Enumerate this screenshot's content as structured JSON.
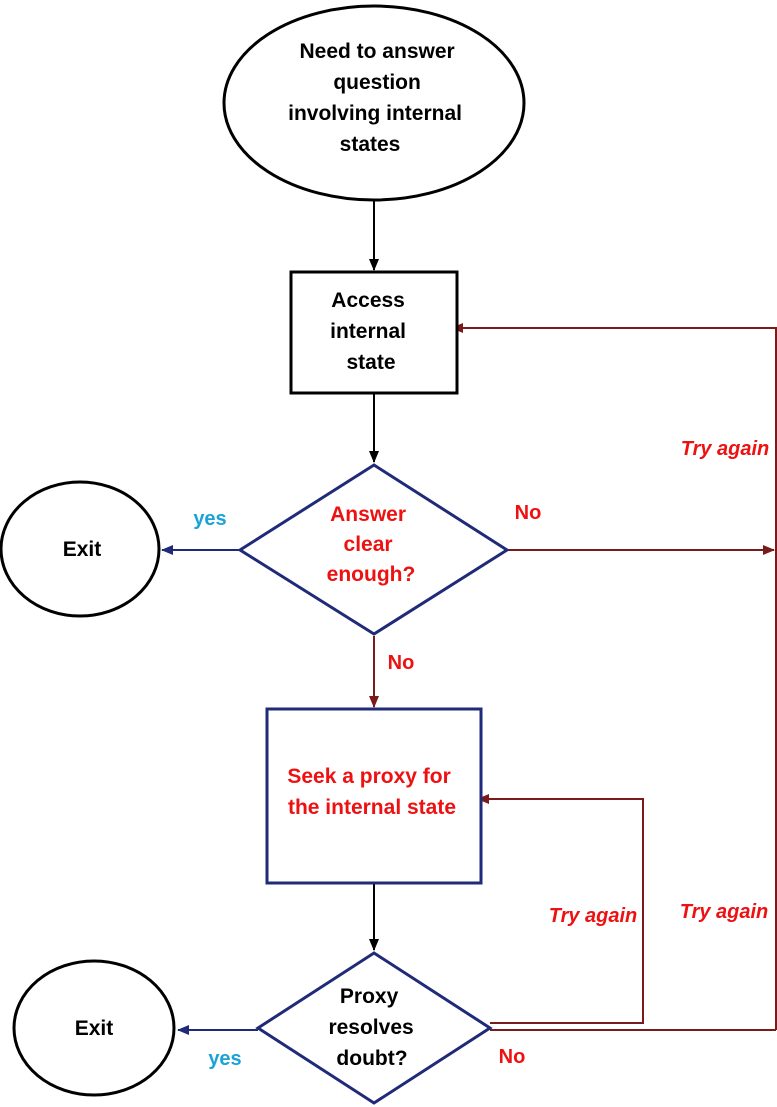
{
  "nodes": {
    "start": {
      "lines": [
        "Need to answer",
        "question",
        "involving internal",
        "states"
      ]
    },
    "access": {
      "lines": [
        "Access",
        "internal",
        "state"
      ]
    },
    "decision1": {
      "lines": [
        "Answer",
        "clear",
        "enough?"
      ]
    },
    "exit1": {
      "lines": [
        "Exit"
      ]
    },
    "seek": {
      "lines": [
        "Seek a proxy for",
        "the internal state"
      ]
    },
    "decision2": {
      "lines": [
        "Proxy",
        "resolves",
        "doubt?"
      ]
    },
    "exit2": {
      "lines": [
        "Exit"
      ]
    }
  },
  "labels": {
    "yes1": "yes",
    "no1_right": "No",
    "no1_down": "No",
    "try_again_top": "Try again",
    "try_again_inner": "Try again",
    "try_again_outer": "Try again",
    "yes2": "yes",
    "no2": "No"
  },
  "colors": {
    "black": "#000000",
    "navy": "#1f2a78",
    "dark_red": "#7b1a1a",
    "red_text": "#ee1111",
    "cyan_text": "#1aa3d8"
  }
}
